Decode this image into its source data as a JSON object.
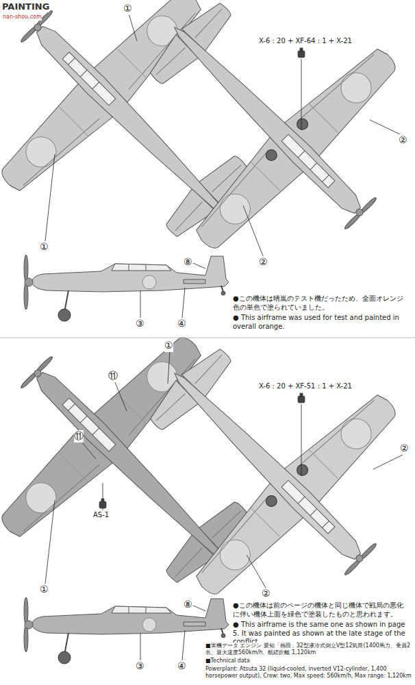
{
  "diagram": {
    "labels": [
      "PAINTING",
      "nan-shou.com",
      "①",
      "①",
      "X-6 : 20 + XF-64 : 1 + X-21",
      "②",
      "②",
      "⑧",
      "③",
      "④",
      "●この機体は晴嵐のテスト機だったため、全面オレンジ色の単色で塗られていました。",
      "● This airframe was used for test and painted in overall orange.",
      "①",
      "⑪",
      "⑪",
      "①",
      "AS-1",
      "X-6 : 20 + XF-51 : 1 + X-21",
      "②",
      "②",
      "⑧",
      "③",
      "④",
      "●この機体は前のページの機体と同じ機体で戦局の悪化に伴い機体上面を緑色で塗装したものと思われます。",
      "● This airframe is the same one as shown in page 5. It was painted as shown at the late stage of the conflict.",
      "■実機データ エンジン 愛知「熱田」32型液冷式倒立V型12気筒(1400馬力、乗員2名、最大速度560km/h、航続距離 1,120km",
      "■Technical data",
      "Powerplant: Atsuta 32 (liquid-cooled, inverted V12-cylinder, 1,400 horsepower output), Crew: two, Max speed: 560km/h, Max range: 1,120km"
    ]
  }
}
